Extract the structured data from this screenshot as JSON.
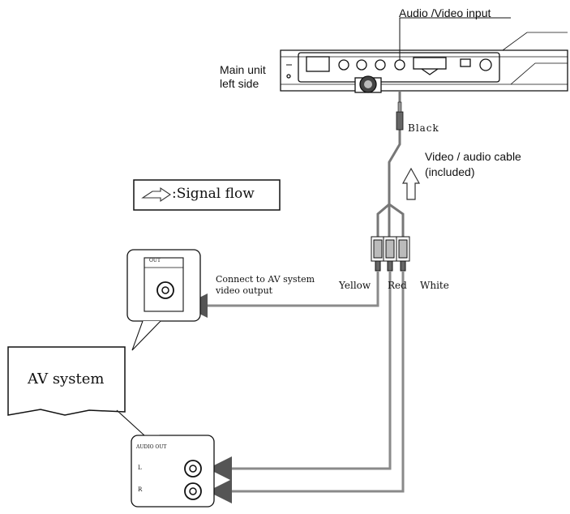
{
  "labels": {
    "av_input": "Audio /Video input",
    "main_unit_line1": "Main unit",
    "main_unit_line2": "left side",
    "black": "Black",
    "cable_line1": "Video / audio cable",
    "cable_line2": "(included)",
    "signal_flow": ":Signal flow",
    "connect_line1": "Connect to AV system",
    "connect_line2": "video output",
    "yellow": "Yellow",
    "red": "Red",
    "white": "White",
    "av_system": "AV system",
    "video_panel_label": "OUT",
    "audio_panel_label": "AUDIO OUT",
    "audio_l": "L",
    "audio_r": "R"
  },
  "colors": {
    "line": "#111111",
    "cable": "#7a7a7a",
    "bg": "#ffffff"
  }
}
